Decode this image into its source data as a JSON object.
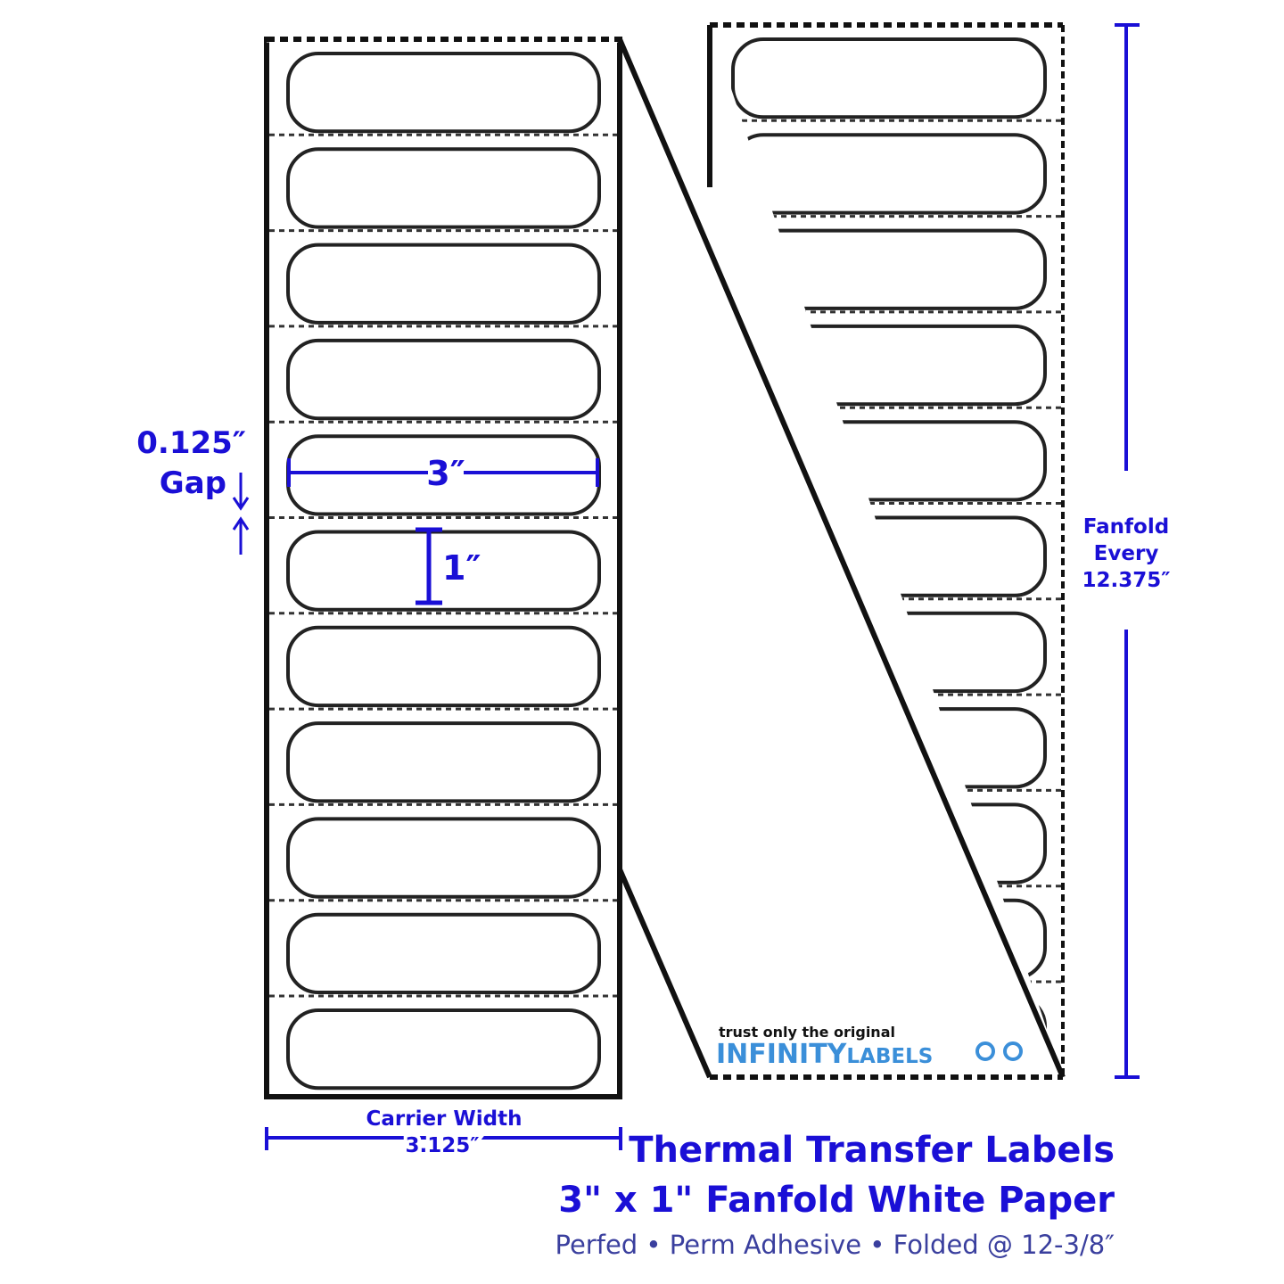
{
  "colors": {
    "accent": "#1a0fd6",
    "ink": "#111111",
    "brand_blue": "#3b8fd9",
    "subtitle": "#3a3f9e"
  },
  "dimensions": {
    "gap_value": "0.125″",
    "gap_label": "Gap",
    "label_width": "3″",
    "label_height": "1″",
    "carrier_label": "Carrier Width",
    "carrier_value": "3.125″",
    "fanfold_line1": "Fanfold",
    "fanfold_line2": "Every",
    "fanfold_line3": "12.375″"
  },
  "logo": {
    "tagline": "trust only the original",
    "word1": "INFINITY",
    "word2": "LABELS"
  },
  "title": {
    "line1": "Thermal Transfer Labels",
    "line2": "3\" x 1\" Fanfold White Paper",
    "line3": "Perfed • Perm Adhesive • Folded @ 12-3/8″"
  },
  "left_strip": {
    "label_count": 11
  },
  "right_strip": {
    "label_count": 11
  }
}
